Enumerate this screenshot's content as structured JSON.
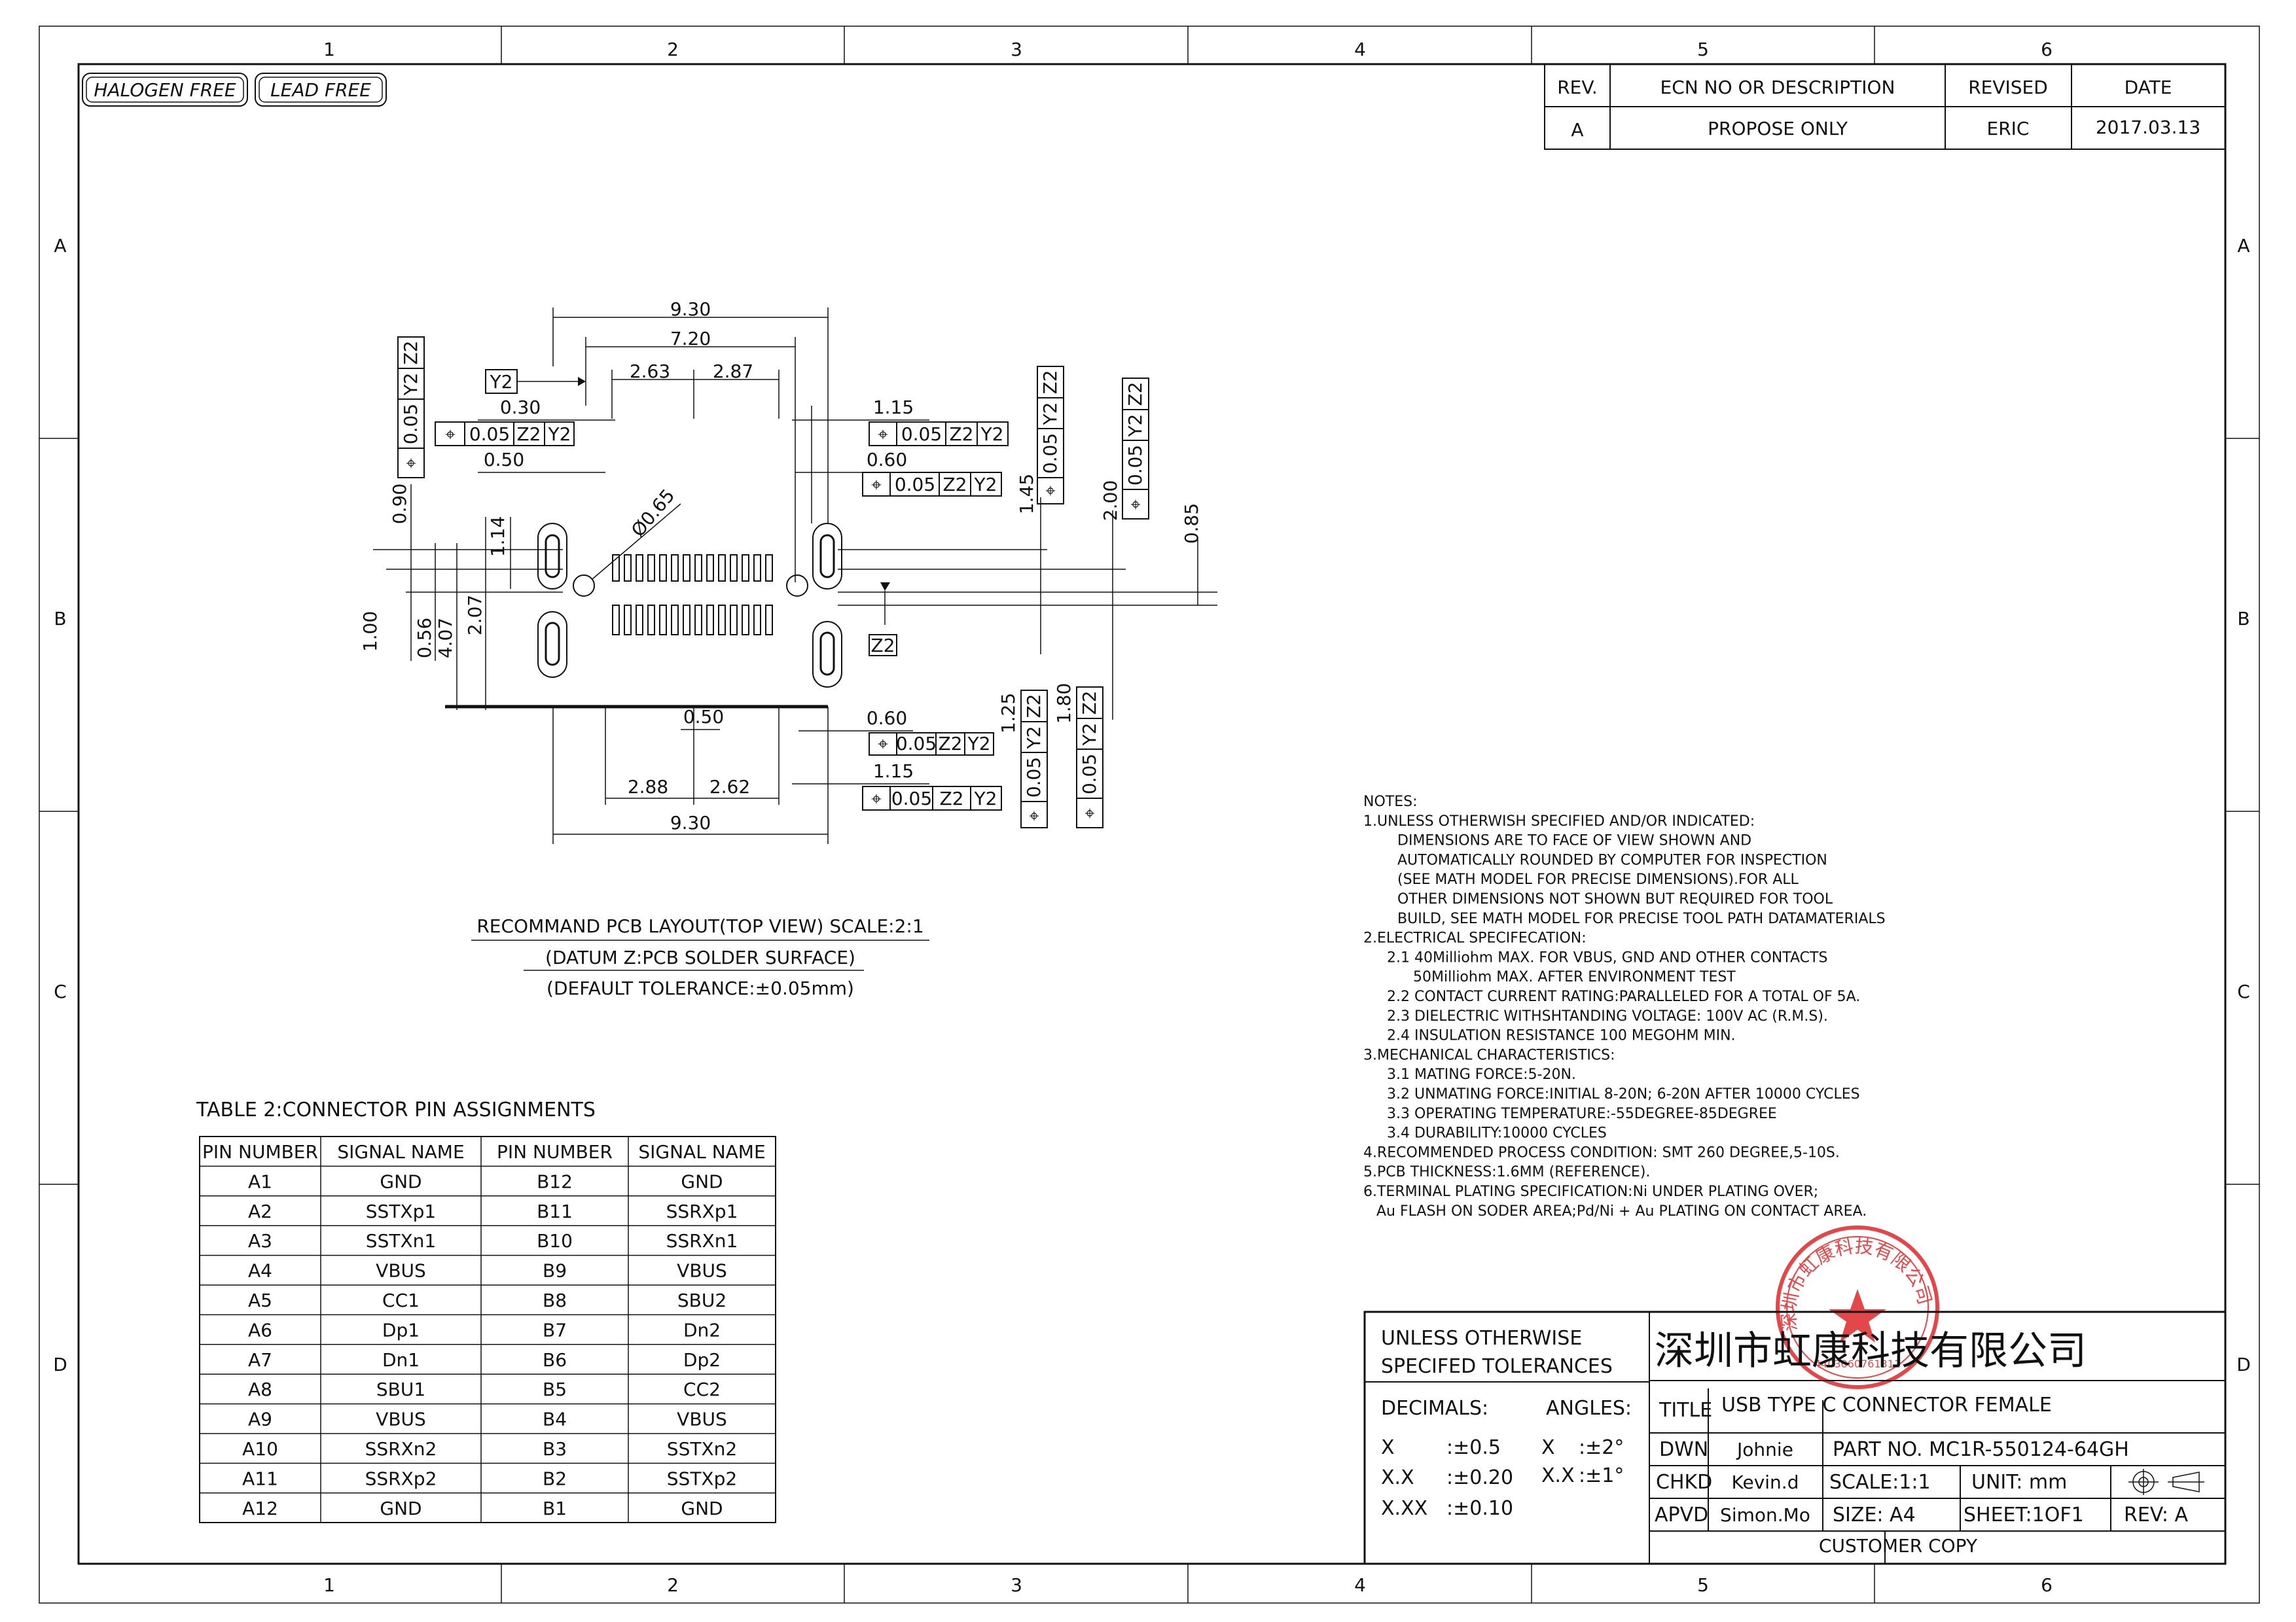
{
  "badges": [
    "HALOGEN FREE",
    "LEAD FREE"
  ],
  "zones": {
    "columns": [
      "1",
      "2",
      "3",
      "4",
      "5",
      "6"
    ],
    "rows": [
      "A",
      "B",
      "C",
      "D"
    ]
  },
  "revision_table": {
    "headers": [
      "REV.",
      "ECN NO OR DESCRIPTION",
      "REVISED",
      "DATE"
    ],
    "row": [
      "A",
      "PROPOSE ONLY",
      "ERIC",
      "2017.03.13"
    ]
  },
  "pcb_layout": {
    "caption": "RECOMMAND PCB LAYOUT(TOP VIEW) SCALE:2:1",
    "datum": "(DATUM Z:PCB SOLDER SURFACE)",
    "tolerance": "(DEFAULT TOLERANCE:±0.05mm)",
    "dims": {
      "top_930": "9.30",
      "top_720": "7.20",
      "top_263": "2.63",
      "top_287": "2.87",
      "d030": "0.30",
      "d050_top": "0.50",
      "d090": "0.90",
      "d114": "1.14",
      "d100": "1.00",
      "d056": "0.56",
      "d207": "2.07",
      "d407": "4.07",
      "dia065": "Ø0.65",
      "d115_top": "1.15",
      "d060_top": "0.60",
      "d145": "1.45",
      "d200": "2.00",
      "d085": "0.85",
      "d050_bot": "0.50",
      "d060_bot": "0.60",
      "d115_bot": "1.15",
      "bot_288": "2.88",
      "bot_262": "2.62",
      "bot_930": "9.30",
      "d125": "1.25",
      "d180": "1.80"
    },
    "fcf": {
      "tol": "0.05",
      "datum_y2": "Y2",
      "datum_z2": "Z2",
      "pos_symbol": "⌖"
    }
  },
  "pin_table": {
    "title": "TABLE 2:CONNECTOR PIN ASSIGNMENTS",
    "headers": [
      "PIN NUMBER",
      "SIGNAL NAME",
      "PIN NUMBER",
      "SIGNAL NAME"
    ],
    "rows": [
      [
        "A1",
        "GND",
        "B12",
        "GND"
      ],
      [
        "A2",
        "SSTXp1",
        "B11",
        "SSRXp1"
      ],
      [
        "A3",
        "SSTXn1",
        "B10",
        "SSRXn1"
      ],
      [
        "A4",
        "VBUS",
        "B9",
        "VBUS"
      ],
      [
        "A5",
        "CC1",
        "B8",
        "SBU2"
      ],
      [
        "A6",
        "Dp1",
        "B7",
        "Dn2"
      ],
      [
        "A7",
        "Dn1",
        "B6",
        "Dp2"
      ],
      [
        "A8",
        "SBU1",
        "B5",
        "CC2"
      ],
      [
        "A9",
        "VBUS",
        "B4",
        "VBUS"
      ],
      [
        "A10",
        "SSRXn2",
        "B3",
        "SSTXn2"
      ],
      [
        "A11",
        "SSRXp2",
        "B2",
        "SSTXp2"
      ],
      [
        "A12",
        "GND",
        "B1",
        "GND"
      ]
    ]
  },
  "notes": [
    "NOTES:",
    "1.UNLESS OTHERWISH SPECIFIED AND/OR INDICATED:",
    "DIMENSIONS ARE TO FACE OF VIEW SHOWN AND",
    "AUTOMATICALLY ROUNDED BY COMPUTER FOR INSPECTION",
    "(SEE MATH MODEL FOR PRECISE DIMENSIONS).FOR ALL",
    "OTHER DIMENSIONS NOT SHOWN BUT REQUIRED FOR TOOL",
    "BUILD, SEE MATH MODEL FOR PRECISE TOOL PATH DATAMATERIALS",
    "2.ELECTRICAL SPECIFECATION:",
    "2.1 40Milliohm MAX. FOR VBUS, GND AND OTHER CONTACTS",
    "50Milliohm MAX. AFTER ENVIRONMENT TEST",
    "2.2 CONTACT CURRENT RATING:PARALLELED FOR A TOTAL OF 5A.",
    "2.3 DIELECTRIC WITHSHTANDING VOLTAGE: 100V AC (R.M.S).",
    "2.4 INSULATION RESISTANCE 100 MEGOHM MIN.",
    "3.MECHANICAL CHARACTERISTICS:",
    "3.1 MATING FORCE:5-20N.",
    "3.2 UNMATING FORCE:INITIAL 8-20N; 6-20N AFTER 10000 CYCLES",
    "3.3 OPERATING TEMPERATURE:-55DEGREE-85DEGREE",
    "3.4 DURABILITY:10000 CYCLES",
    "4.RECOMMENDED PROCESS CONDITION: SMT 260 DEGREE,5-10S.",
    "5.PCB THICKNESS:1.6MM (REFERENCE).",
    "6.TERMINAL PLATING SPECIFICATION:Ni UNDER PLATING OVER;",
    "Au FLASH ON SODER AREA;Pd/Ni + Au PLATING ON CONTACT AREA."
  ],
  "title_block": {
    "tol_header_1": "UNLESS OTHERWISE",
    "tol_header_2": "SPECIFED TOLERANCES",
    "decimals_label": "DECIMALS:",
    "angles_label": "ANGLES:",
    "dec_x": "X",
    "dec_x_val": ":±0.5",
    "dec_xx": "X.X",
    "dec_xx_val": ":±0.20",
    "dec_xxx": "X.XX",
    "dec_xxx_val": ":±0.10",
    "ang_x": "X",
    "ang_x_val": ":±2°",
    "ang_xx": "X.X",
    "ang_xx_val": ":±1°",
    "company": "深圳市虹康科技有限公司",
    "title_label": "TITLE",
    "title_value": "USB TYPE C CONNECTOR FEMALE",
    "dwn_label": "DWN",
    "dwn_value": "Johnie",
    "part_no": "PART NO. MC1R-550124-64GH",
    "chkd_label": "CHKD",
    "chkd_value": "Kevin.d",
    "scale": "SCALE:1:1",
    "unit": "UNIT:  mm",
    "apvd_label": "APVD",
    "apvd_value": "Simon.Mo",
    "size": "SIZE: A4",
    "sheet": "SHEET:1OF1",
    "rev": "REV: A",
    "customer_copy": "CUSTOMER COPY"
  },
  "stamp": {
    "text": "深圳市虹康科技有限公司",
    "number": "4403060761311",
    "color": "#e0282a"
  }
}
